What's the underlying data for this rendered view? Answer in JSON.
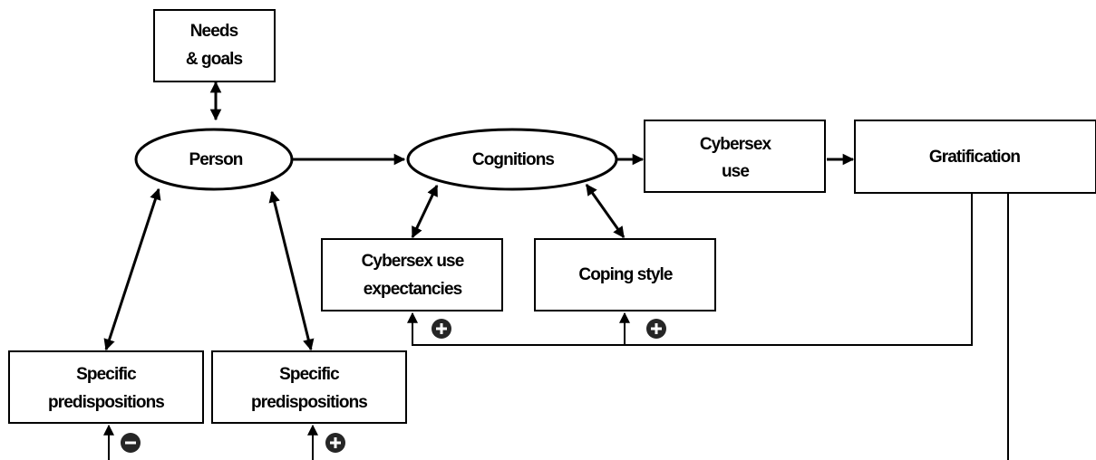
{
  "nodes": {
    "needs_goals": {
      "line1": "Needs",
      "line2": "& goals"
    },
    "person": {
      "label": "Person"
    },
    "cognitions": {
      "label": "Cognitions"
    },
    "cybersex_use": {
      "line1": "Cybersex",
      "line2": "use"
    },
    "gratification": {
      "label": "Gratification"
    },
    "expectancies": {
      "line1": "Cybersex use",
      "line2": "expectancies"
    },
    "coping_style": {
      "label": "Coping style"
    },
    "predisp_left": {
      "line1": "Specific",
      "line2": "predispositions"
    },
    "predisp_right": {
      "line1": "Specific",
      "line2": "predispositions"
    }
  },
  "signs": {
    "expectancies": "+",
    "coping_style": "+",
    "predisp_left": "−",
    "predisp_right": "+"
  },
  "colors": {
    "stroke": "#000000",
    "fill": "#ffffff",
    "sign_fill": "#262626"
  }
}
